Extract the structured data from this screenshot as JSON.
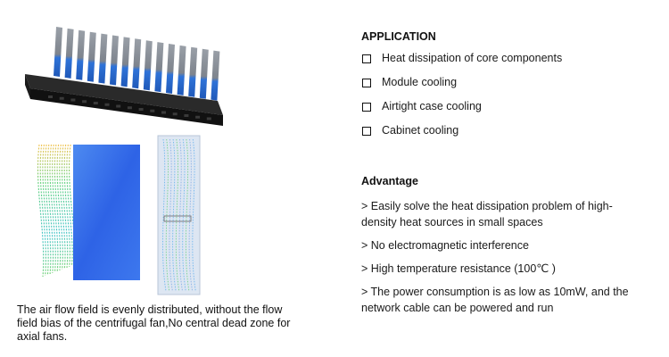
{
  "left": {
    "caption": "The air flow field is evenly distributed, without the flow field bias of the centrifugal fan,No central dead zone for axial fans."
  },
  "right": {
    "application": {
      "title": "APPLICATION",
      "items": [
        "Heat dissipation of core components",
        "Module cooling",
        "Airtight case cooling",
        "Cabinet cooling"
      ]
    },
    "advantage": {
      "title": "Advantage",
      "items": [
        "> Easily solve the heat dissipation problem of high-density heat sources in small spaces",
        "> No electromagnetic interference",
        "> High temperature resistance (100℃ )",
        "> The power consumption is as low as 10mW, and the network cable can be powered and run"
      ]
    }
  },
  "colors": {
    "fin_top": "#8a8f98",
    "fin_bottom": "#2b6fd6",
    "base": "#1c1c1c",
    "plate_blue": "#2f6bea",
    "panel_bg": "#dfe7f3"
  }
}
